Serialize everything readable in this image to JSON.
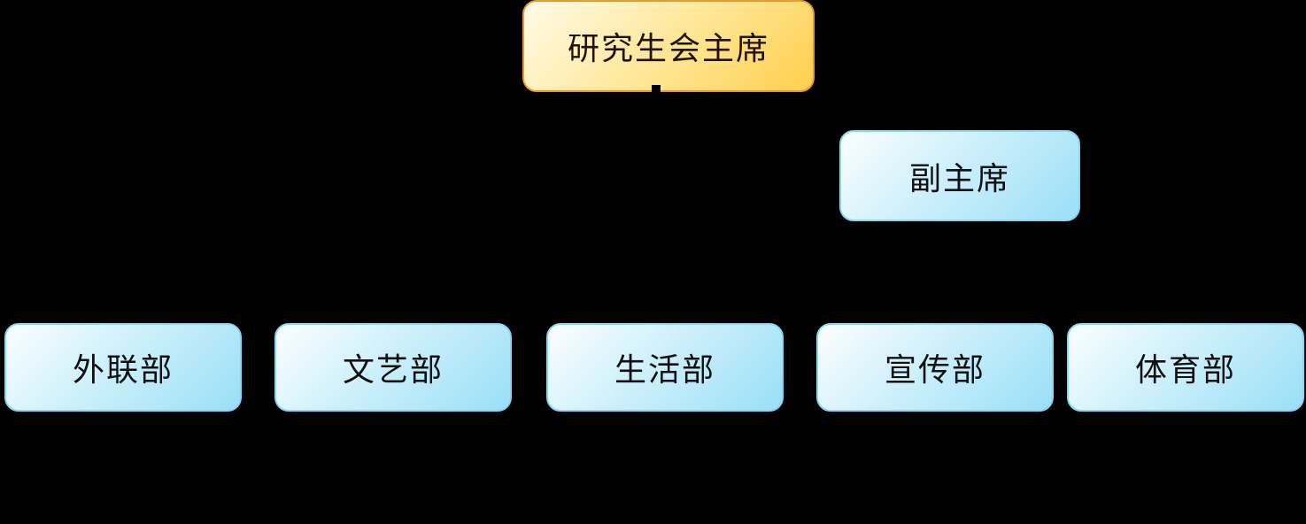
{
  "org_chart": {
    "type": "org-tree",
    "background": "#000000",
    "nodes": [
      {
        "id": "chairman",
        "label": "研究生会主席",
        "level": 1,
        "fill": "yellow-gradient"
      },
      {
        "id": "vice-chairman",
        "label": "副主席",
        "level": 2,
        "fill": "blue-gradient"
      },
      {
        "id": "dept-wailian",
        "label": "外联部",
        "level": 3,
        "fill": "blue-gradient"
      },
      {
        "id": "dept-wenyi",
        "label": "文艺部",
        "level": 3,
        "fill": "blue-gradient"
      },
      {
        "id": "dept-shenghuo",
        "label": "生活部",
        "level": 3,
        "fill": "blue-gradient"
      },
      {
        "id": "dept-xuanchuan",
        "label": "宣传部",
        "level": 3,
        "fill": "blue-gradient"
      },
      {
        "id": "dept-tiyu",
        "label": "体育部",
        "level": 3,
        "fill": "blue-gradient"
      }
    ],
    "colors": {
      "background": "#000000",
      "chairman_gradient_start": "#FFFBE8",
      "chairman_gradient_end": "#FFCF4D",
      "chairman_border": "#E79A2E",
      "dept_gradient_start": "#FBFEFF",
      "dept_gradient_end": "#9ADFF7",
      "dept_border": "#86D7F4",
      "text": "#111111"
    }
  }
}
